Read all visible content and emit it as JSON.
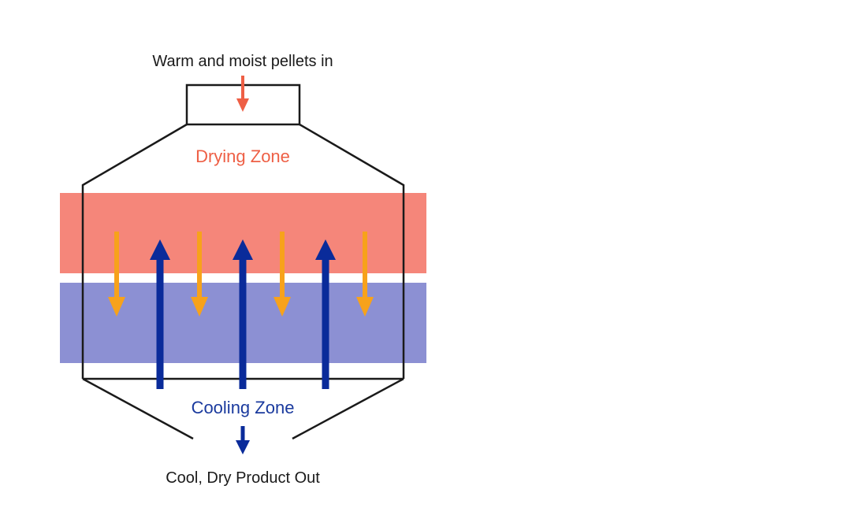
{
  "labels": {
    "input": "Warm and moist pellets in",
    "drying_zone": "Drying Zone",
    "cooling_zone": "Cooling Zone",
    "output": "Cool, Dry Product Out"
  },
  "colors": {
    "outline": "#1a1a1a",
    "drying_band": "#f5867a",
    "cooling_band": "#8c90d3",
    "drying_text": "#ee5f45",
    "cooling_text": "#1a3a9e",
    "inlet_arrow": "#ee5f45",
    "down_arrow": "#f7a21b",
    "up_arrow": "#0a2b9a",
    "outlet_arrow": "#0a2b9a"
  },
  "icons": {
    "downflow": "down-arrow-icon",
    "upflow": "up-arrow-icon"
  }
}
